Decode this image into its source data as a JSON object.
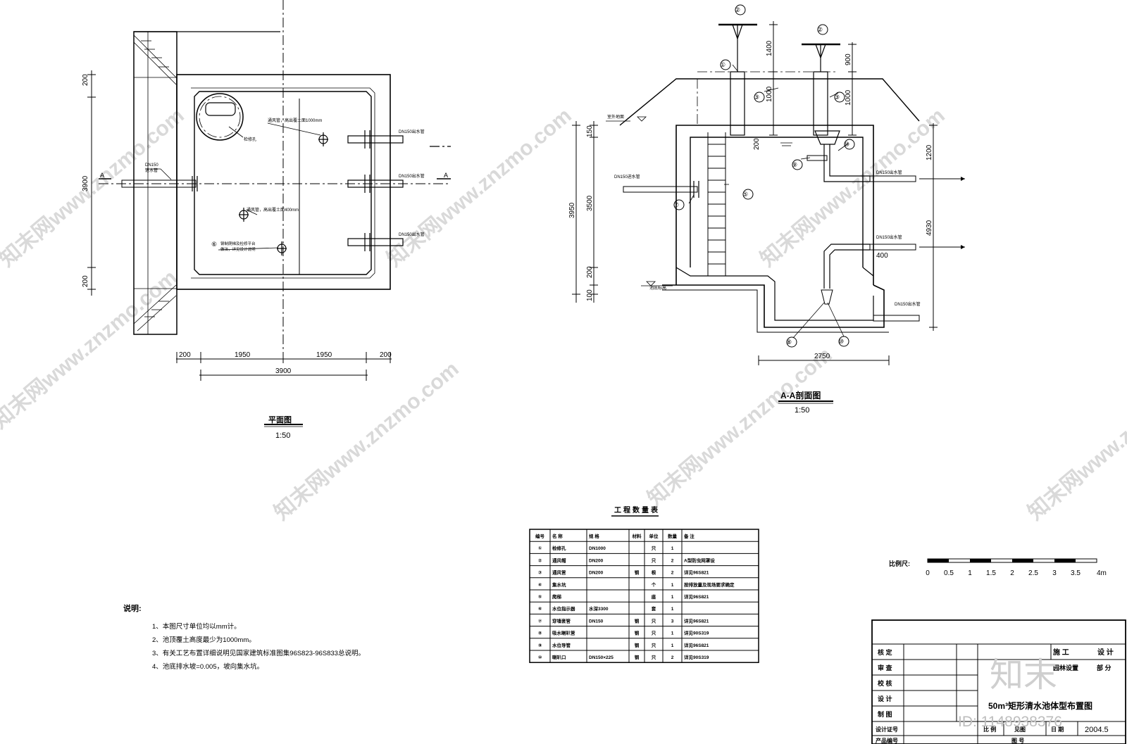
{
  "plan": {
    "title": "平面图",
    "scale": "1:50",
    "dims": {
      "left": "200",
      "mid_left": "1950",
      "mid_right": "1950",
      "right": "200",
      "total": "3900",
      "side_top": "200",
      "side_total": "3900",
      "side_bottom": "200"
    },
    "section_mark": "A",
    "labels": {
      "inlet_dn": "DN150",
      "inlet_name": "进水管",
      "outlet1": "DN150出水管",
      "outlet2": "DN150出水管",
      "outlet3": "DN150出水管",
      "vent1": "通风管，高出覆土面1000mm",
      "vent2": "通风管，高出覆土面400mm",
      "manhole": "检修孔",
      "ladder_note": "钢制爬梯及检修平台",
      "ladder_note2": "做法，详见设计说明",
      "callout": "⑥"
    }
  },
  "section": {
    "title": "A-A剖面图",
    "scale": "1:50",
    "dims": {
      "h1400": "1400",
      "h900": "900",
      "h1000a": "1000",
      "h1000b": "1000",
      "h200": "200",
      "h150": "150",
      "h3950": "3950",
      "h3500": "3500",
      "h200b": "200",
      "h100": "100",
      "h1200": "1200",
      "h4930": "4930",
      "h400": "400",
      "w2750": "2750"
    },
    "labels": {
      "inlet": "DN150进水管",
      "outlet1": "DN150出水管",
      "outlet2": "DN150出水管",
      "outlet3": "DN150出水管",
      "ground": "室外地面",
      "bottom": "池底标高"
    },
    "callouts": [
      "①",
      "②",
      "②",
      "③",
      "③",
      "⑤",
      "⑦",
      "⑧",
      "⑨",
      "⑩",
      "⑩"
    ]
  },
  "table": {
    "title": "工程数量表",
    "headers": [
      "编号",
      "名 称",
      "规 格",
      "材料",
      "单位",
      "数量",
      "备 注"
    ],
    "rows": [
      [
        "①",
        "检修孔",
        "DN1000",
        "",
        "只",
        "1",
        ""
      ],
      [
        "②",
        "通风帽",
        "DN200",
        "",
        "只",
        "2",
        "A型防虫网罩设"
      ],
      [
        "③",
        "通风管",
        "DN200",
        "钢",
        "根",
        "2",
        "详见96S821"
      ],
      [
        "④",
        "集水坑",
        "",
        "",
        "个",
        "1",
        "按排放量及现场要求确定"
      ],
      [
        "⑤",
        "爬梯",
        "",
        "",
        "座",
        "1",
        "详见96S821"
      ],
      [
        "⑥",
        "水位指示器",
        "水深3300",
        "",
        "套",
        "1",
        ""
      ],
      [
        "⑦",
        "穿墙套管",
        "DN150",
        "钢",
        "只",
        "3",
        "详见96S821"
      ],
      [
        "⑧",
        "吸水喇叭管",
        "",
        "钢",
        "只",
        "1",
        "详见90S319"
      ],
      [
        "⑨",
        "水位导管",
        "",
        "钢",
        "只",
        "1",
        "详见96S821"
      ],
      [
        "⑩",
        "喇叭口",
        "DN150×225",
        "钢",
        "只",
        "2",
        "详见90S319"
      ]
    ]
  },
  "notes": {
    "title": "说明:",
    "items": [
      "1、本图尺寸单位均以mm计。",
      "2、池顶覆土高度最少为1000mm。",
      "3、有关工艺布置详细说明见国家建筑标准图集96S823-96S833总说明。",
      "4、池底排水坡=0.005，坡向集水坑。"
    ]
  },
  "scale_bar": {
    "label": "比例尺:",
    "ticks": [
      "0",
      "0.5",
      "1",
      "1.5",
      "2",
      "2.5",
      "3",
      "3.5",
      "4m"
    ]
  },
  "title_block": {
    "rows": [
      "核 定",
      "审 查",
      "校 核",
      "设 计",
      "制 图",
      "设计证号",
      "产品编号"
    ],
    "stage_a": "施 工",
    "stage_b": "设 计",
    "dept": "园林设置",
    "part": "部 分",
    "drawing_title": "50m³矩形清水池体型布置图",
    "scale_label": "比 例",
    "scale_value": "见图",
    "date_label": "日 期",
    "date_value": "2004.5",
    "fig_label": "图 号"
  },
  "watermark": {
    "site": "知末网www.znzmo.com",
    "logo": "知末",
    "id": "ID: 1148938376"
  }
}
